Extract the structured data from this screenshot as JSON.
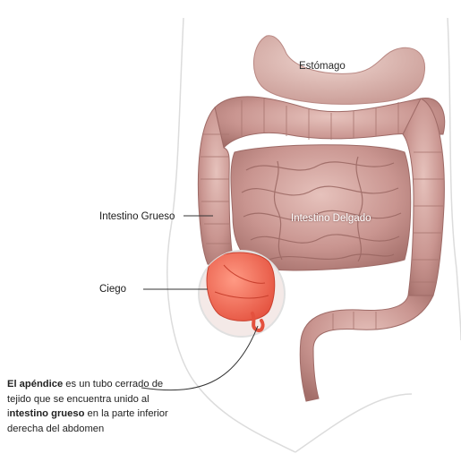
{
  "labels": {
    "stomach": "Estómago",
    "large_intestine": "Intestino Grueso",
    "small_intestine": "Intestino Delgado",
    "cecum": "Ciego"
  },
  "caption": {
    "part1_bold": "El apéndice",
    "part2": " es un tubo cerrado de tejido que se encuentra unido al i",
    "part3_bold": "ntestino grueso",
    "part4": " en la parte inferior derecha del abdomen"
  },
  "colors": {
    "intestine": "#c9938f",
    "intestine_dark": "#9e6a66",
    "intestine_light": "#e3bcb6",
    "appendix_highlight": "#f26b5a",
    "body_outline": "#d8d8d8",
    "leader_line": "#333333"
  }
}
